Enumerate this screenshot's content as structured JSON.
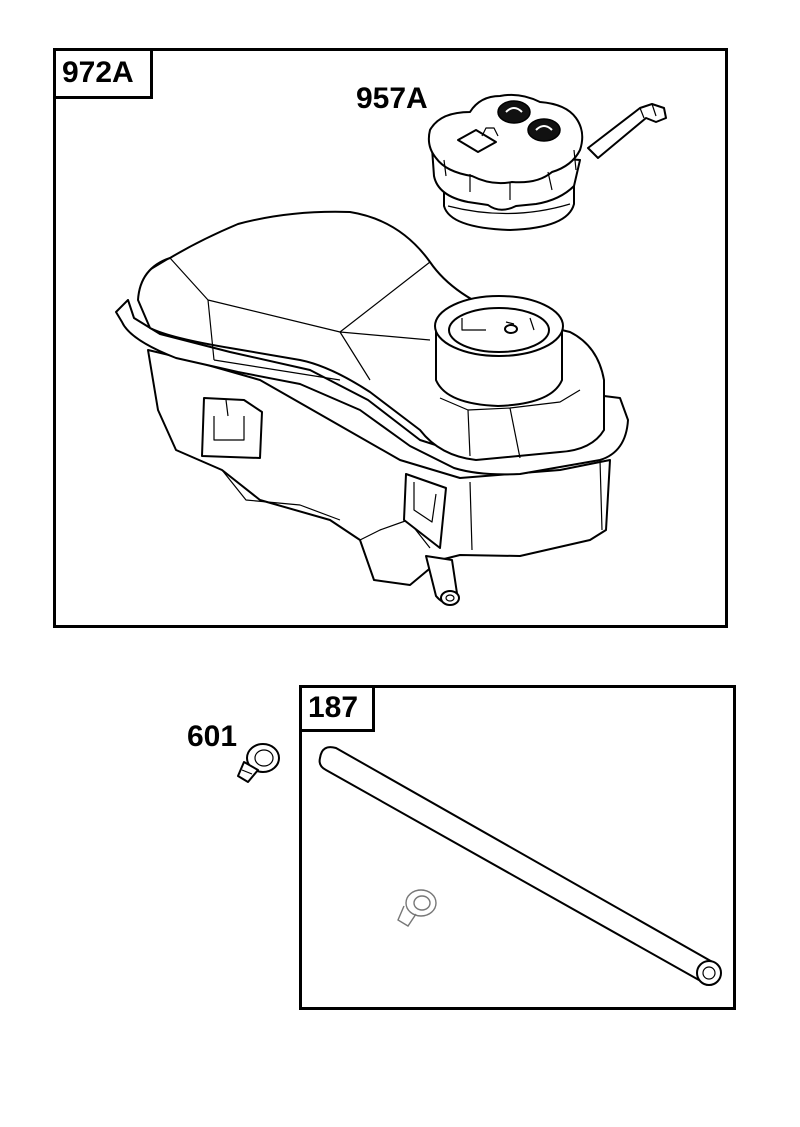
{
  "panel_top": {
    "tag": "972A",
    "callouts": {
      "cap": "957A"
    }
  },
  "panel_bottom": {
    "tag": "187"
  },
  "loose_parts": {
    "clamp": "601"
  }
}
